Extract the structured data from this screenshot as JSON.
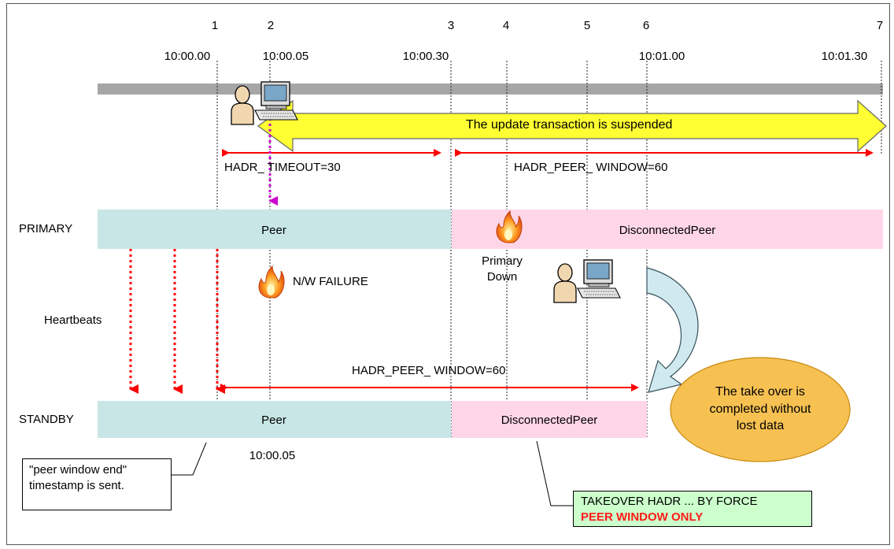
{
  "timeline": {
    "points": [
      "1",
      "2",
      "3",
      "4",
      "5",
      "6",
      "7"
    ],
    "times": [
      "10:00.00",
      "10:00.05",
      "10:00.30",
      "10:01.00",
      "10:01.30"
    ]
  },
  "banner": {
    "text": "The update transaction is suspended"
  },
  "spans": {
    "hadr_timeout": "HADR_ TIMEOUT=30",
    "peer_window_primary": "HADR_PEER_ WINDOW=60",
    "peer_window_standby": "HADR_PEER_ WINDOW=60"
  },
  "rows": {
    "primary": {
      "label": "PRIMARY",
      "state1": "Peer",
      "state2": "DisconnectedPeer"
    },
    "standby": {
      "label": "STANDBY",
      "state1": "Peer",
      "state2": "DisconnectedPeer"
    }
  },
  "events": {
    "nw_failure": "N/W FAILURE",
    "primary_down_line1": "Primary",
    "primary_down_line2": "Down",
    "heartbeats": "Heartbeats",
    "standby_time": "10:00.05"
  },
  "callout": {
    "line1": "\"peer window end\"",
    "line2": "timestamp is sent."
  },
  "command": {
    "line1": "TAKEOVER HADR ... BY FORCE",
    "line2": "PEER WINDOW ONLY"
  },
  "result": {
    "line1": "The take over is",
    "line2": "completed without",
    "line3": "lost data"
  },
  "colors": {
    "peer": "#c8e6e6",
    "disconnected": "#ffd6e8",
    "timeline_bar": "#a6a6a6",
    "arrow_red": "#ff0000",
    "banner": "#ffff33",
    "result": "#f7c152",
    "command_box": "#ccffcc",
    "takeover_arrow": "#cfe9ef"
  }
}
